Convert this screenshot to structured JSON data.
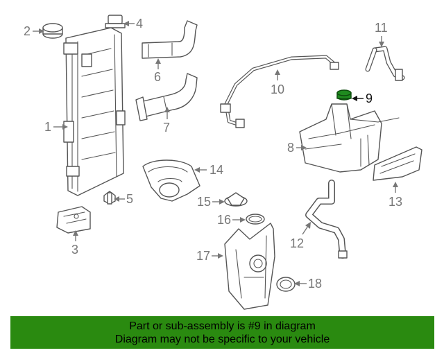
{
  "callouts": [
    "1",
    "2",
    "3",
    "4",
    "5",
    "6",
    "7",
    "8",
    "9",
    "10",
    "11",
    "12",
    "13",
    "14",
    "15",
    "16",
    "17",
    "18"
  ],
  "highlighted_callout": "9",
  "colors": {
    "highlight_part": "#1f8a1f",
    "banner": "#2a8a10",
    "line": "#777777"
  },
  "footer": {
    "line1": "Part or sub-assembly is #9 in diagram",
    "line2": "Diagram may not be specific to your vehicle"
  }
}
